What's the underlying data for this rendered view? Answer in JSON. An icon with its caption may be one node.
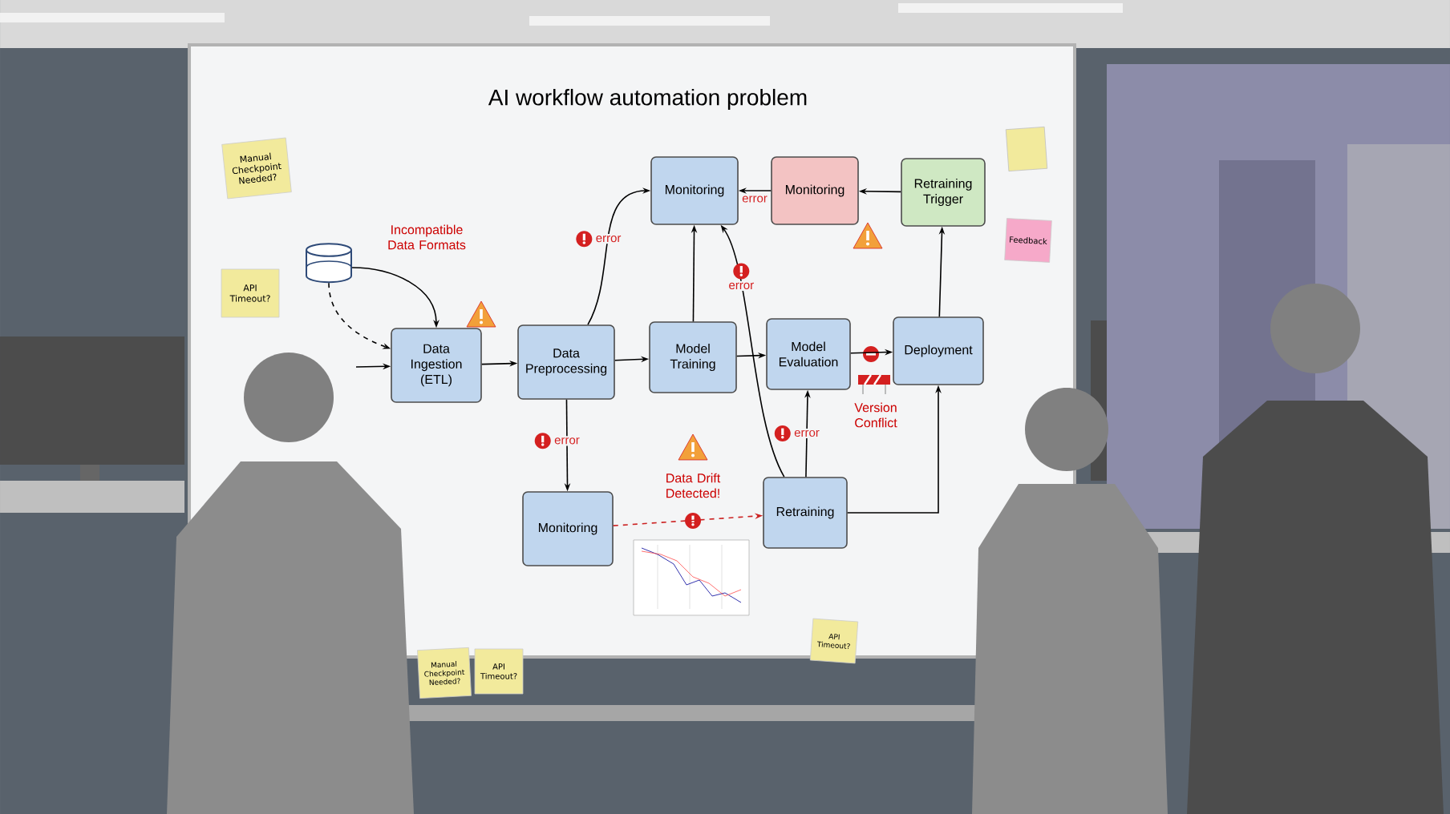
{
  "diagram": {
    "title": "AI workflow automation problem",
    "nodes": [
      {
        "text": [],
        "shape": "cylinder"
      },
      {
        "text": [
          "Data Ingestion (ETL)"
        ]
      },
      {
        "text": [
          "Data Preprocessing"
        ]
      },
      {
        "text": [
          "Model Training"
        ]
      },
      {
        "text": [
          "Model Evaluation"
        ]
      },
      {
        "text": [
          "Deployment"
        ]
      },
      {
        "text": [
          "Monitoring"
        ]
      },
      {
        "text": [
          "Monitoring"
        ]
      },
      {
        "text": [
          "Retraining Trigger"
        ]
      },
      {
        "text": [
          "Monitoring"
        ]
      },
      {
        "text": [
          "Retraining"
        ]
      },
      {
        "text": [
          "Manual Checkpoint Needed?"
        ]
      },
      {
        "text": [
          "API Timeout?"
        ]
      },
      {
        "text": [],
        "shape": "box"
      },
      {
        "text": [
          "Feedback"
        ]
      },
      {
        "text": [
          "Manual Checkpoint Needed?"
        ]
      },
      {
        "text": [
          "API Timeout?"
        ]
      },
      {
        "text": [
          "API Timeout?"
        ]
      }
    ],
    "edges": [
      {
        "from": null,
        "to": 1,
        "arrow": "to"
      },
      {
        "from": 0,
        "to": 1,
        "arrow": "to"
      },
      {
        "from": 0,
        "to": 1,
        "arrow": "to",
        "style": "dashed"
      },
      {
        "from": 1,
        "to": 2,
        "arrow": "to"
      },
      {
        "from": 2,
        "to": 3,
        "arrow": "to"
      },
      {
        "from": 3,
        "to": 4,
        "arrow": "to"
      },
      {
        "from": 4,
        "to": 5,
        "arrow": "to"
      },
      {
        "from": 5,
        "to": 8,
        "arrow": "to"
      },
      {
        "from": 8,
        "to": 7,
        "arrow": "to"
      },
      {
        "from": 7,
        "to": 6,
        "arrow": "to",
        "label": "error"
      },
      {
        "from": 2,
        "to": 9,
        "arrow": "to",
        "label": "error"
      },
      {
        "from": 9,
        "to": 10,
        "arrow": "to",
        "style": "dashed",
        "color": "#cc2222"
      },
      {
        "from": 10,
        "to": 4,
        "arrow": "to",
        "label": "error"
      },
      {
        "from": 10,
        "to": 5,
        "arrow": "to"
      },
      {
        "from": 2,
        "to": 6,
        "arrow": "to",
        "label": "error"
      },
      {
        "from": 3,
        "to": 6,
        "arrow": "to"
      },
      {
        "from": 10,
        "to": 6,
        "arrow": "to",
        "label": "error"
      }
    ],
    "labels": [
      "Incompatible Data Formats",
      "Data Drift Detected!",
      "Version Conflict"
    ]
  }
}
